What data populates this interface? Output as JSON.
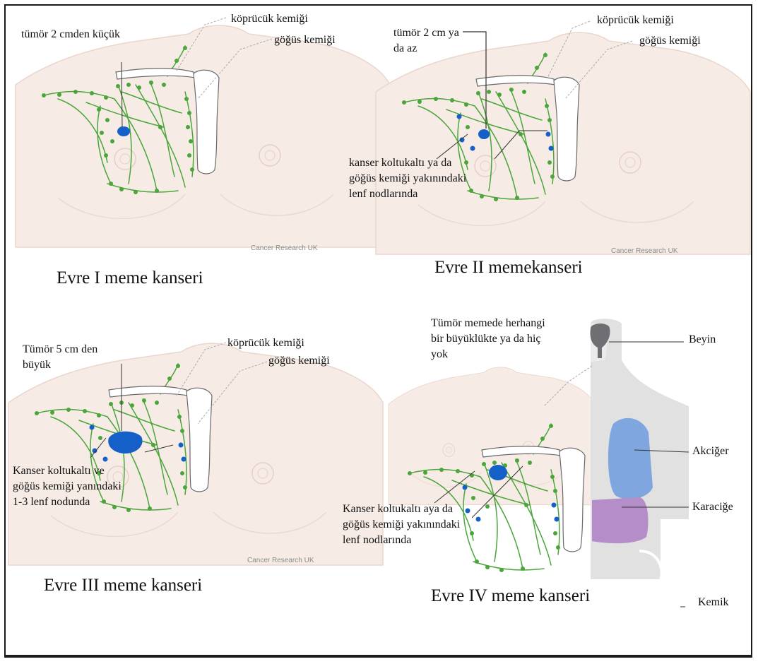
{
  "panels": {
    "stage1": {
      "caption": "Evre I meme kanseri",
      "tumor_label": "tümör 2 cmden küçük",
      "clavicle_label": "köprücük kemiği",
      "sternum_label": "göğüs kemiği",
      "credit": "Cancer Research UK"
    },
    "stage2": {
      "caption": "Evre II memekanseri",
      "tumor_label": "tümör 2 cm ya da az",
      "clavicle_label": "köprücük kemiği",
      "sternum_label": "göğüs kemiği",
      "node_label": "kanser koltukaltı ya da göğüs kemiği yakınındaki lenf nodlarında",
      "credit": "Cancer Research UK"
    },
    "stage3": {
      "caption": "Evre III meme kanseri",
      "tumor_label": "Tümör 5 cm den büyük",
      "clavicle_label": "köprücük kemiği",
      "sternum_label": "göğüs kemiği",
      "node_label": "Kanser koltukaltı ve göğüs kemiği yanındaki 1-3 lenf nodunda",
      "credit": "Cancer Research UK"
    },
    "stage4": {
      "caption": "Evre IV meme kanseri",
      "tumor_label": "Tümör memede herhangi bir büyüklükte ya da hiç yok",
      "node_label": "Kanser koltukaltı aya da göğüs kemiği yakınındaki lenf nodlarında",
      "brain_label": "Beyin",
      "lung_label": "Akciğer",
      "liver_label": "Karaciğe",
      "bone_label": "Kemik"
    }
  },
  "colors": {
    "skin": "#f7ebe6",
    "skin_edge": "#ead6cd",
    "lymph": "#4aa63a",
    "tumor": "#1560c8",
    "brain": "#6e6e73",
    "lung": "#7fa6de",
    "liver": "#b58dc8",
    "silhouette": "#e1e1e1"
  }
}
